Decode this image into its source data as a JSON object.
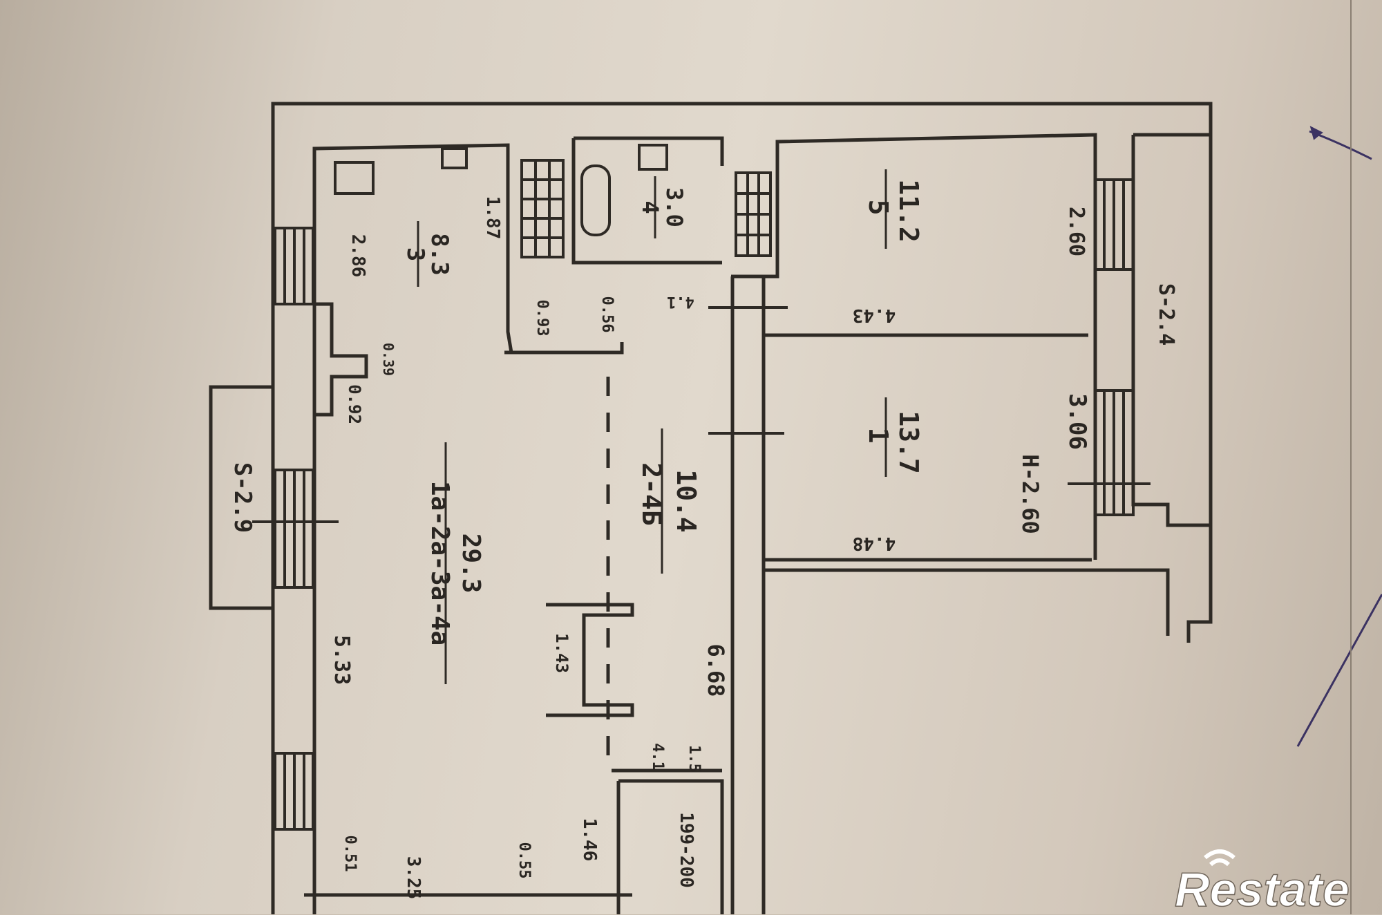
{
  "plan": {
    "rooms": [
      {
        "id": "room-3",
        "number": "3",
        "area": "8.3"
      },
      {
        "id": "room-4",
        "number": "4",
        "area": "3.0"
      },
      {
        "id": "room-5",
        "number": "5",
        "area": "11.2"
      },
      {
        "id": "room-1",
        "number": "1",
        "area": "13.7"
      },
      {
        "id": "room-1a",
        "number": "1a-2a-3a-4a",
        "area": "29.3"
      },
      {
        "id": "room-2",
        "number": "2-4Б",
        "area": "10.4"
      }
    ],
    "balconies": [
      {
        "id": "balcony-left",
        "label": "S-2.9"
      },
      {
        "id": "balcony-right",
        "label": "S-2.4"
      }
    ],
    "dimensions": {
      "d_286": "2.86",
      "d_187": "1.87",
      "d_093": "0.93",
      "d_056": "0.56",
      "d_039": "0.39",
      "d_092": "0.92",
      "d_533": "5.33",
      "d_668": "6.68",
      "d_143": "1.43",
      "d_146": "1.46",
      "d_051": "0.51",
      "d_325": "3.25",
      "d_055": "0.55",
      "d_15": "1.5",
      "d_41": "4.1",
      "d_199": "199-200",
      "d_260a": "2.60",
      "d_306": "3.06",
      "d_h260": "H-2.60",
      "d_443": "4.43",
      "d_448": "4.48",
      "d_41b": "4.1"
    }
  },
  "watermark": {
    "text": "Restate"
  }
}
